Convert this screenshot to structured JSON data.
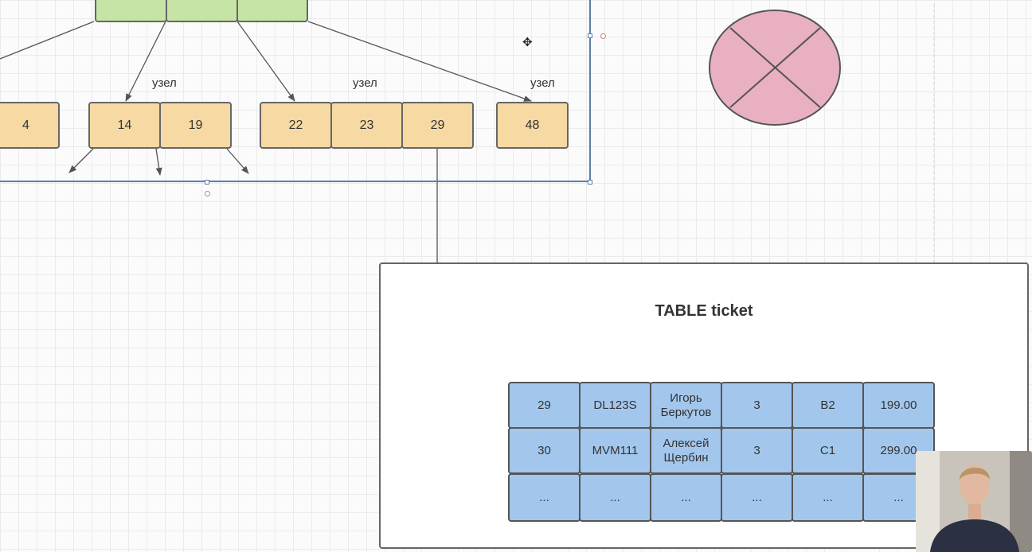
{
  "tree": {
    "nodes": [
      {
        "id": "n4",
        "value": "4"
      },
      {
        "id": "n14",
        "value": "14"
      },
      {
        "id": "n19",
        "value": "19"
      },
      {
        "id": "n22",
        "value": "22"
      },
      {
        "id": "n23",
        "value": "23"
      },
      {
        "id": "n29",
        "value": "29"
      },
      {
        "id": "n48",
        "value": "48"
      }
    ],
    "node_labels": [
      "узел",
      "узел",
      "узел"
    ]
  },
  "table": {
    "title": "TABLE ticket",
    "rows": [
      [
        "29",
        "DL123S",
        "Игорь\nБеркутов",
        "3",
        "B2",
        "199.00"
      ],
      [
        "30",
        "MVM111",
        "Алексей\nЩербин",
        "3",
        "C1",
        "299.00"
      ],
      [
        "...",
        "...",
        "...",
        "...",
        "...",
        "..."
      ]
    ]
  },
  "colors": {
    "leaf_node": "#f6d9a3",
    "root_node": "#c5e4a6",
    "table_cell": "#a3c7ec",
    "circle_fill": "#e8b0c0",
    "selection": "#5c7fa8"
  },
  "icons": [
    "move-cursor-icon",
    "crossed-circle-icon"
  ]
}
